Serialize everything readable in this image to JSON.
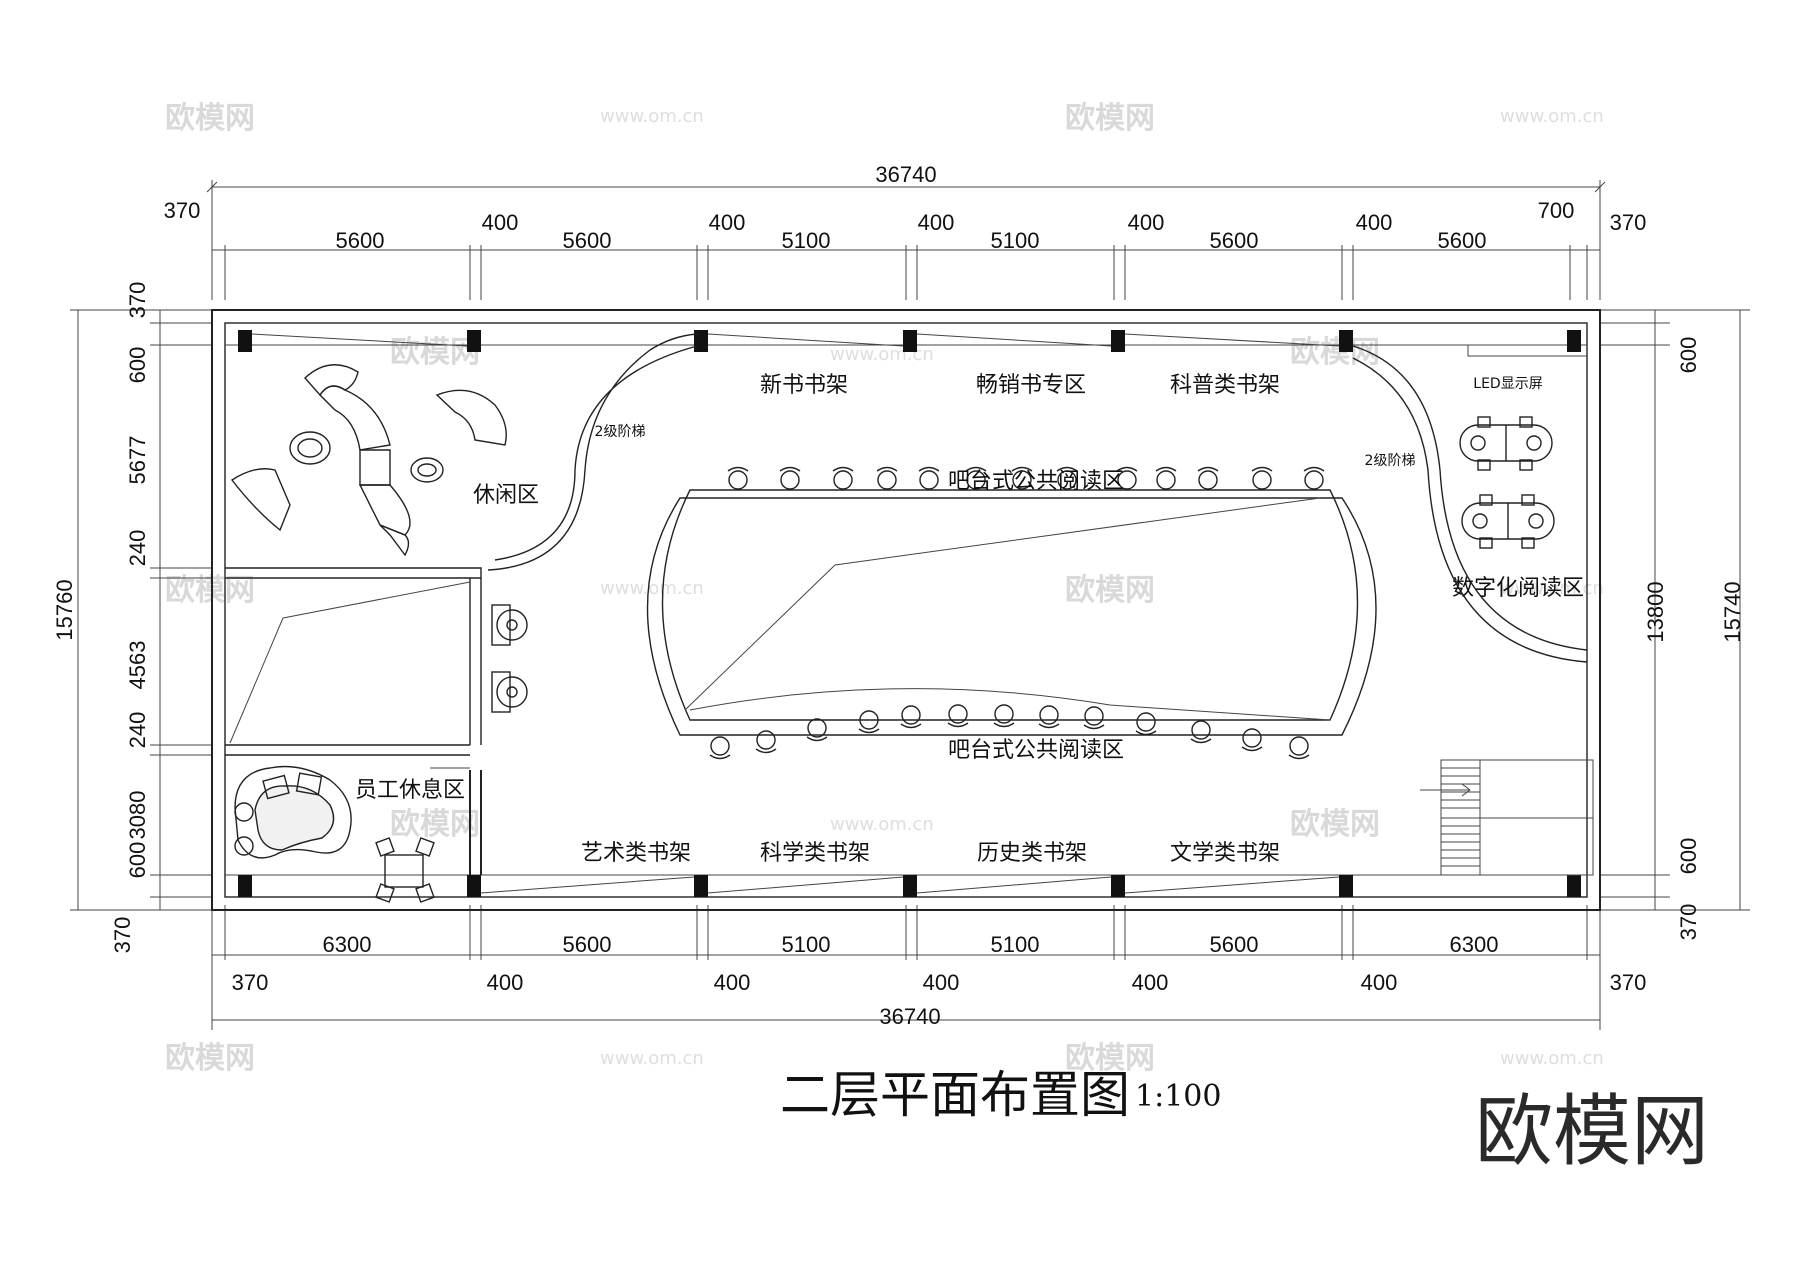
{
  "title": "二层平面布置图",
  "scale": "1:100",
  "logo": "欧模网",
  "watermark": {
    "cn": "欧模网",
    "url": "www.om.cn"
  },
  "dimensions": {
    "top_total": "36740",
    "top_small": [
      "370",
      "400",
      "400",
      "400",
      "400",
      "400",
      "700",
      "370"
    ],
    "top_spans": [
      "5600",
      "5600",
      "5100",
      "5100",
      "5600",
      "5600"
    ],
    "bottom_spans": [
      "6300",
      "5600",
      "5100",
      "5100",
      "5600",
      "6300"
    ],
    "bottom_small": [
      "370",
      "400",
      "400",
      "400",
      "400",
      "400",
      "370"
    ],
    "bottom_total": "36740",
    "left_total": "15760",
    "left_segments": [
      "370",
      "600",
      "5677",
      "240",
      "4563",
      "240",
      "3080",
      "600",
      "370"
    ],
    "right_total": "15740",
    "right_inner": "13800",
    "right_segments": [
      "600",
      "600",
      "370"
    ]
  },
  "rooms": {
    "new_books": "新书书架",
    "bestseller": "畅销书专区",
    "science_pop": "科普类书架",
    "stairs_left": "2级阶梯",
    "stairs_right": "2级阶梯",
    "led": "LED显示屏",
    "leisure": "休闲区",
    "bar_reading_top": "吧台式公共阅读区",
    "bar_reading_bottom": "吧台式公共阅读区",
    "digital": "数字化阅读区",
    "staff_rest": "员工休息区",
    "art": "艺术类书架",
    "science": "科学类书架",
    "history": "历史类书架",
    "literature": "文学类书架"
  }
}
